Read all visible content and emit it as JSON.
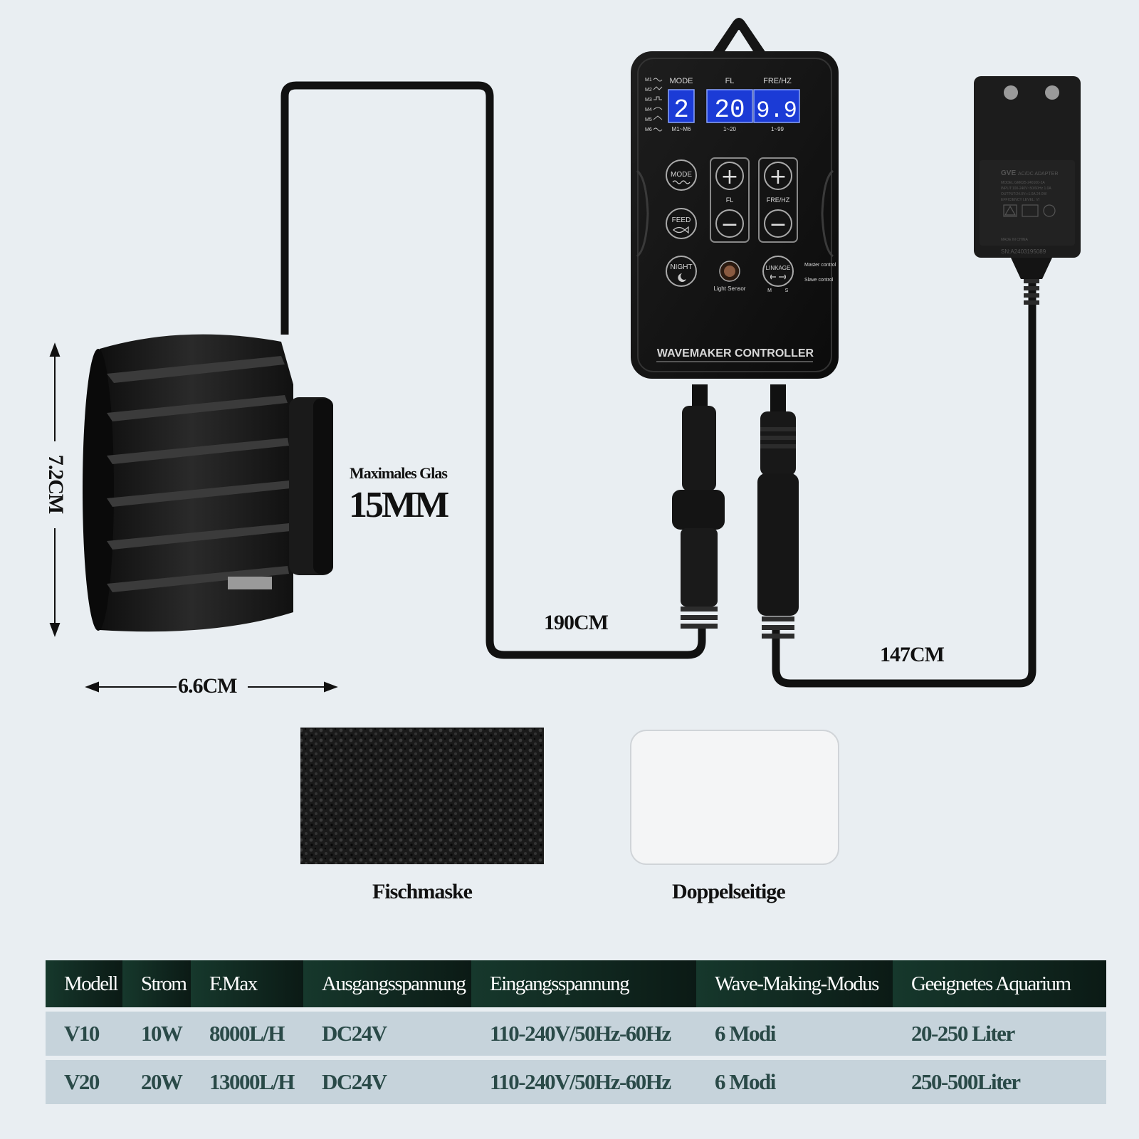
{
  "dimensions": {
    "height": "7.2CM",
    "width": "6.6CM"
  },
  "glass": {
    "title": "Maximales Glas",
    "value": "15MM"
  },
  "cables": {
    "pump_cable": "190CM",
    "adapter_cable": "147CM"
  },
  "controller": {
    "labels": {
      "mode": "MODE",
      "fl": "FL",
      "fre": "FRE/HZ"
    },
    "mode_list": [
      "M1",
      "M2",
      "M3",
      "M4",
      "M5",
      "M6"
    ],
    "display": {
      "mode": "2",
      "fl": "20",
      "fre": "9.9"
    },
    "ranges": {
      "mode": "M1~M6",
      "fl": "1~20",
      "fre": "1~99"
    },
    "buttons": {
      "mode": "MODE",
      "feed": "FEED",
      "night": "NIGHT",
      "linkage": "LINKAGE",
      "light_sensor": "Light Sensor",
      "plus": "+",
      "minus": "−"
    },
    "linkage_legend": {
      "master": "Master control",
      "slave": "Slave control",
      "m": "M",
      "s": "S"
    },
    "name": "WAVEMAKER CONTROLLER"
  },
  "adapter": {
    "brand": "GVE",
    "title": "AC/DC ADAPTER",
    "model": "MODEL:GM625-240100-2A",
    "input": "INPUT:100-240V~50/60Hz 1.0A",
    "output": "OUTPUT:24.0V⎓1.0A 24.0W",
    "efficiency": "EFFICIENCY LEVEL: VI",
    "origin": "MADE IN CHINA",
    "serial": "SN:A2403195089"
  },
  "accessories": {
    "sponge": "Fischmaske",
    "tape": "Doppelseitige"
  },
  "spec_table": {
    "headers": [
      "Modell",
      "Strom",
      "F.Max",
      "Ausgangsspannung",
      "Eingangsspannung",
      "Wave-Making-Modus",
      "Geeignetes Aquarium"
    ],
    "rows": [
      [
        "V10",
        "10W",
        "8000L/H",
        "DC24V",
        "110-240V/50Hz-60Hz",
        "6 Modi",
        "20-250 Liter"
      ],
      [
        "V20",
        "20W",
        "13000L/H",
        "DC24V",
        "110-240V/50Hz-60Hz",
        "6 Modi",
        "250-500Liter"
      ]
    ]
  },
  "colors": {
    "background": "#e9eef2",
    "header_dark": "#0b1a15",
    "row_fill": "#c6d3db",
    "row_text": "#2a4a48",
    "lcd_blue": "#1b3bd6"
  }
}
